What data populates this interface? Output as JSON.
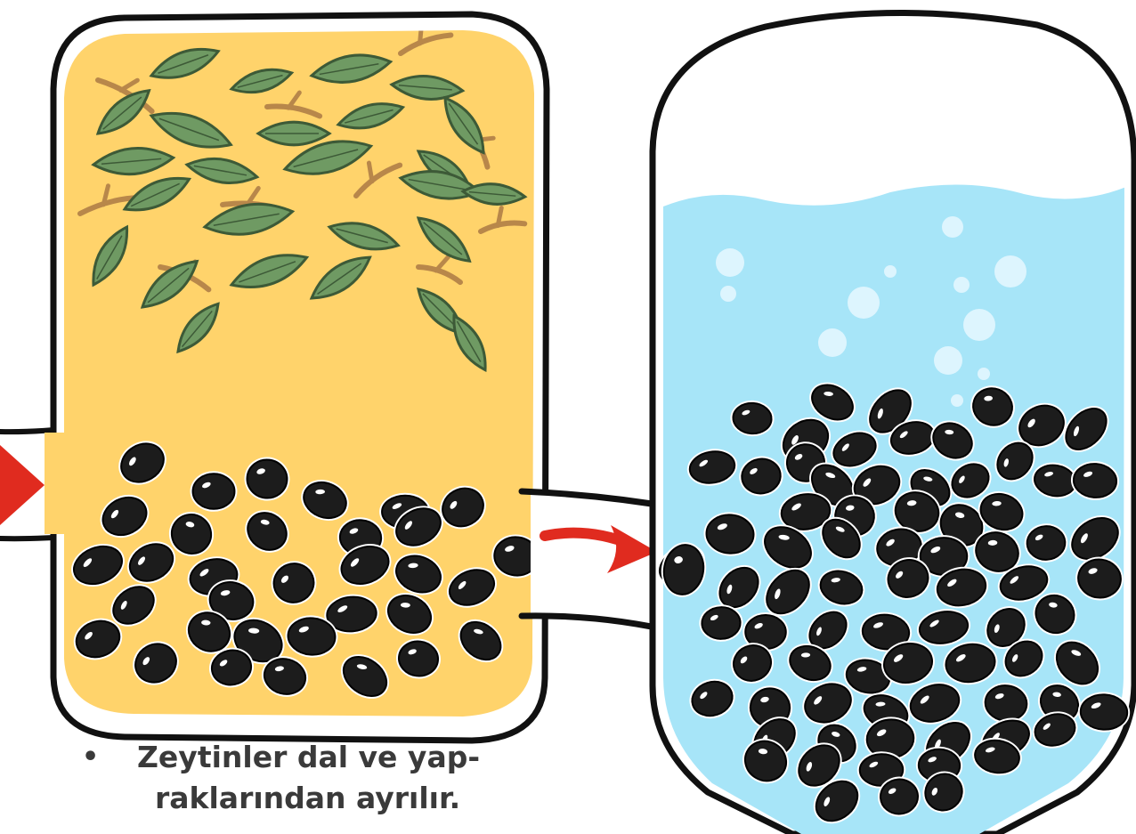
{
  "caption": {
    "bullet": "•",
    "line1": "Zeytinler dal ve yap-",
    "line2": "rakların­dan ayrılır."
  },
  "colors": {
    "outline": "#111111",
    "tank_fill": "#ffd36b",
    "leaf": "#6f9a63",
    "leaf_outline": "#3d5a37",
    "twig": "#b8874a",
    "water": "#a7e5f8",
    "bubble": "#e6f8ff",
    "olive": "#1c1c1c",
    "olive_highlight": "#ffffff",
    "arrow": "#e02b1f"
  },
  "icons": {
    "left_tank": "sorting-tank",
    "right_tank": "washing-tank",
    "arrow": "arrow-right-icon",
    "olive": "olive-icon",
    "leaf": "leaf-icon",
    "bubble": "bubble-icon"
  }
}
